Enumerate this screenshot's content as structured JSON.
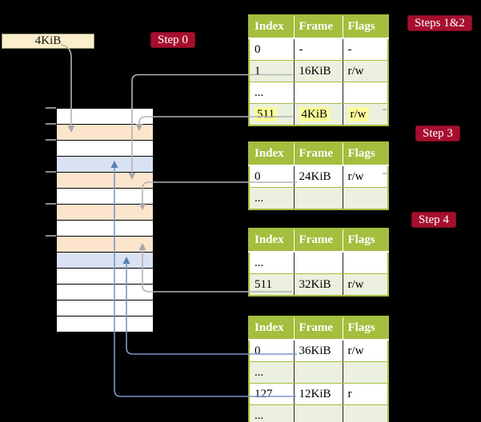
{
  "colors": {
    "background": "#000000",
    "table_header_bg": "#a4be3e",
    "table_border": "#a4be3e",
    "row_shaded_bg": "#ebf1de",
    "highlight_bg": "#fdfd99",
    "label_bg": "#a60f2e",
    "label_border": "#7d0b23",
    "label_text": "#ffffff",
    "box_4kib_bg": "#fbeecb",
    "box_4kib_border": "#96906f",
    "memory_peach": "#fde5cd",
    "memory_blue": "#d9e2f3",
    "memory_white": "#ffffff",
    "memory_border": "#000000",
    "tick_color": "#8f8f8f",
    "arrow_gray": "#b3b3b7",
    "arrow_gray_head": "#a9a9ad",
    "arrow_blue": "#7b97c5",
    "arrow_blue_head": "#5e80b4"
  },
  "page_size_box": {
    "label": "4KiB"
  },
  "labels": {
    "step0": "Step 0",
    "steps12": "Steps 1&2",
    "step3": "Step 3",
    "step4": "Step 4"
  },
  "memory": {
    "rows": [
      "white",
      "peach",
      "white",
      "blue",
      "peach",
      "white",
      "peach",
      "white",
      "peach",
      "blue",
      "white",
      "white",
      "white",
      "white"
    ]
  },
  "tables": [
    {
      "name": "page-table-1",
      "headers": [
        "Index",
        "Frame",
        "Flags"
      ],
      "rows": [
        {
          "index": "0",
          "frame": "-",
          "flags": "-",
          "shaded": false,
          "highlight": false
        },
        {
          "index": "1",
          "frame": "16KiB",
          "flags": "r/w",
          "shaded": true,
          "highlight": false
        },
        {
          "index": "...",
          "frame": "",
          "flags": "",
          "shaded": false,
          "highlight": false
        },
        {
          "index": "511",
          "frame": "4KiB",
          "flags": "r/w",
          "shaded": true,
          "highlight": true
        }
      ]
    },
    {
      "name": "page-table-2",
      "headers": [
        "Index",
        "Frame",
        "Flags"
      ],
      "rows": [
        {
          "index": "0",
          "frame": "24KiB",
          "flags": "r/w",
          "shaded": false,
          "highlight": false
        },
        {
          "index": "...",
          "frame": "",
          "flags": "",
          "shaded": true,
          "highlight": false
        }
      ]
    },
    {
      "name": "page-table-3",
      "headers": [
        "Index",
        "Frame",
        "Flags"
      ],
      "rows": [
        {
          "index": "...",
          "frame": "",
          "flags": "",
          "shaded": false,
          "highlight": false
        },
        {
          "index": "511",
          "frame": "32KiB",
          "flags": "r/w",
          "shaded": true,
          "highlight": false
        }
      ]
    },
    {
      "name": "page-table-4",
      "headers": [
        "Index",
        "Frame",
        "Flags"
      ],
      "rows": [
        {
          "index": "0",
          "frame": "36KiB",
          "flags": "r/w",
          "shaded": false,
          "highlight": false
        },
        {
          "index": "...",
          "frame": "",
          "flags": "",
          "shaded": true,
          "highlight": false
        },
        {
          "index": "127",
          "frame": "12KiB",
          "flags": "r",
          "shaded": false,
          "highlight": false
        },
        {
          "index": "...",
          "frame": "",
          "flags": "",
          "shaded": true,
          "highlight": false
        }
      ]
    }
  ]
}
